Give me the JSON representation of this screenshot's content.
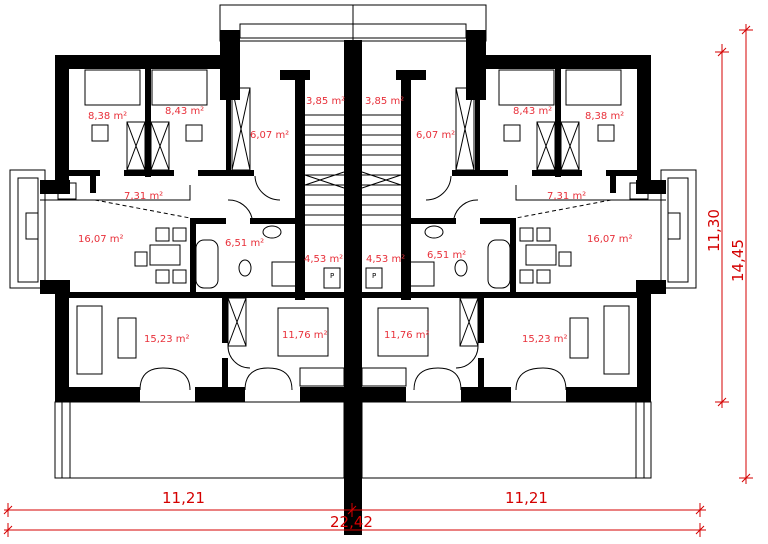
{
  "rooms_left": {
    "bedroom_a": "8,38 m²",
    "bedroom_b": "8,43 m²",
    "wardrobe": "6,07 m²",
    "stair_top": "3,85 m²",
    "hall": "7,31 m²",
    "kitchen_dining": "16,07 m²",
    "bathroom": "6,51 m²",
    "stair_bottom": "4,53 m²",
    "living": "15,23 m²",
    "bedroom_main": "11,76 m²"
  },
  "rooms_right": {
    "bedroom_a": "8,38 m²",
    "bedroom_b": "8,43 m²",
    "wardrobe": "6,07 m²",
    "stair_top": "3,85 m²",
    "hall": "7,31 m²",
    "kitchen_dining": "16,07 m²",
    "bathroom": "6,51 m²",
    "stair_bottom": "4,53 m²",
    "living": "15,23 m²",
    "bedroom_main": "11,76 m²"
  },
  "markers": {
    "p_left": "P",
    "p_right": "P"
  },
  "dimensions": {
    "half_width_left": "11,21",
    "half_width_right": "11,21",
    "total_width": "22,42",
    "inner_depth": "11,30",
    "total_depth": "14,45"
  },
  "colors": {
    "walls": "#000000",
    "room_labels": "#e8303a",
    "dimensions": "#d40000"
  }
}
